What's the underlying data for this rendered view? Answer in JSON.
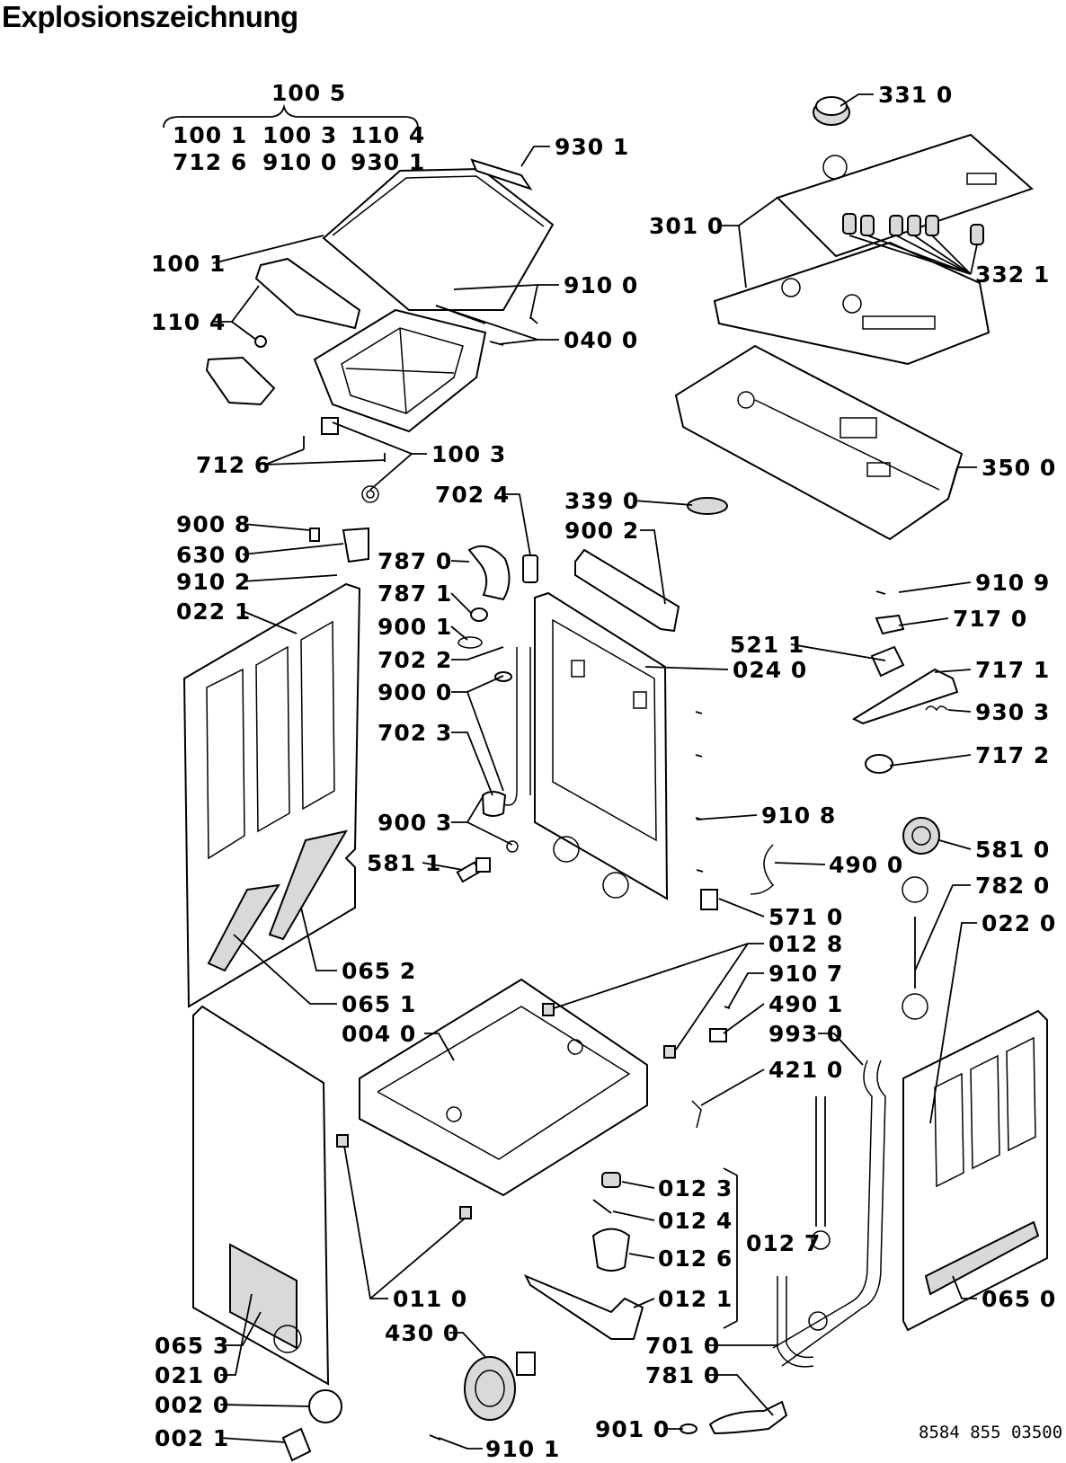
{
  "title": "Explosionszeichnung",
  "document_number": "8584 855 03500",
  "labels": [
    "100 5",
    "100 1",
    "100 3",
    "110 4",
    "712 6",
    "910 0",
    "930 1",
    "930 1",
    "100 1",
    "910 0",
    "110 4",
    "040 0",
    "712 6",
    "100 3",
    "702 4",
    "331 0",
    "301 0",
    "332 1",
    "350 0",
    "339 0",
    "900 2",
    "900 8",
    "630 0",
    "910 2",
    "022 1",
    "787 0",
    "787 1",
    "900 1",
    "702 2",
    "024 0",
    "900 0",
    "702 3",
    "900 3",
    "581 1",
    "910 9",
    "717 0",
    "521 1",
    "717 1",
    "930 3",
    "717 2",
    "910 8",
    "490 0",
    "581 0",
    "782 0",
    "571 0",
    "022 0",
    "012 8",
    "065 2",
    "065 1",
    "910 7",
    "490 1",
    "004 0",
    "993 0",
    "421 0",
    "012 3",
    "012 4",
    "012 7",
    "012 6",
    "012 1",
    "011 0",
    "430 0",
    "065 0",
    "065 3",
    "021 0",
    "701 0",
    "781 0",
    "002 0",
    "002 1",
    "901 0",
    "910 1"
  ]
}
